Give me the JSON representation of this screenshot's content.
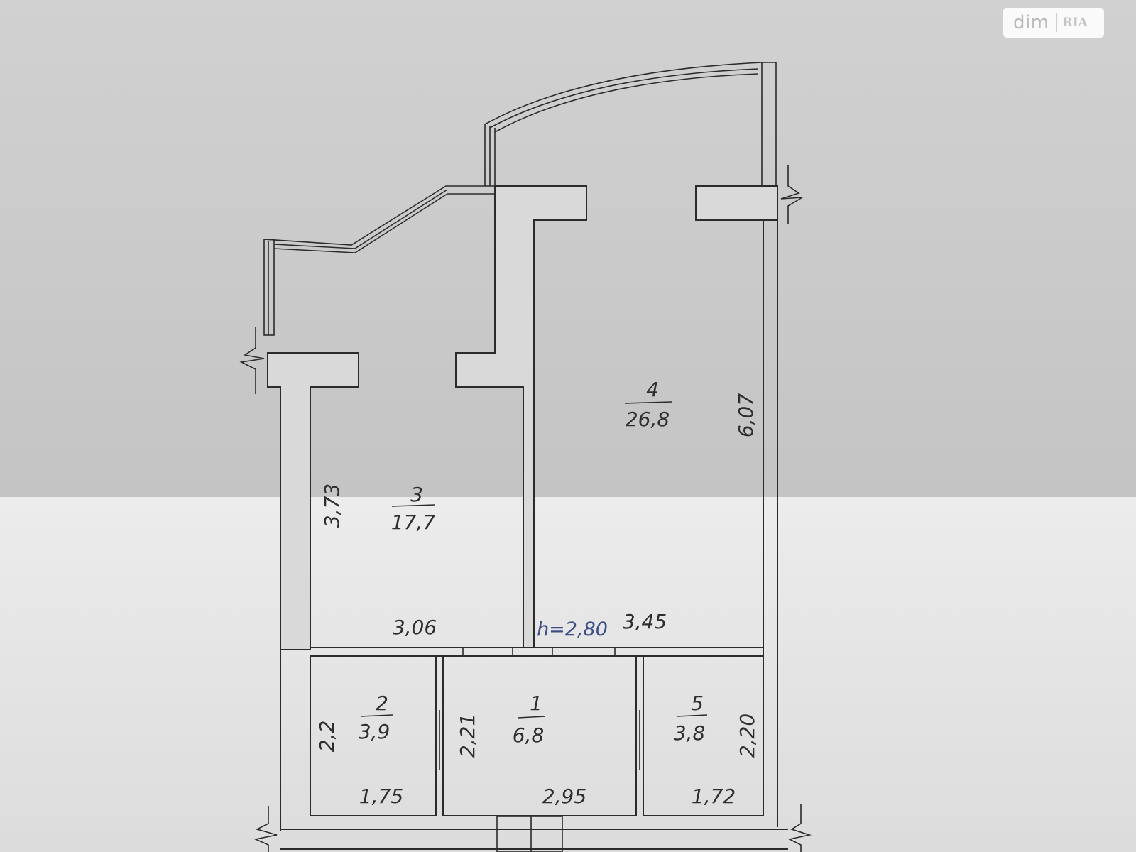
{
  "watermark": {
    "brand": "dim",
    "brand_mark": "RIA"
  },
  "rooms": [
    {
      "number": "1",
      "area": "6,8"
    },
    {
      "number": "2",
      "area": "3,9"
    },
    {
      "number": "3",
      "area": "17,7"
    },
    {
      "number": "4",
      "area": "26,8"
    },
    {
      "number": "5",
      "area": "3,8"
    }
  ],
  "dimensions": {
    "room3_height": "3,73",
    "room3_width": "3,06",
    "room4_height": "6,07",
    "room4_width": "3,45",
    "ceiling_height": "h=2,80",
    "room2_height": "2,2",
    "room2_width": "1,75",
    "room1_height": "2,21",
    "room1_width": "2,95",
    "room5_height": "2,20",
    "room5_width": "1,72"
  },
  "colors": {
    "paper_top": "#c8c8c8",
    "paper_bottom": "#e4e4e4",
    "line": "#2b2b2b",
    "text": "#2e2e2e",
    "ceiling_text": "#3d4f86"
  }
}
